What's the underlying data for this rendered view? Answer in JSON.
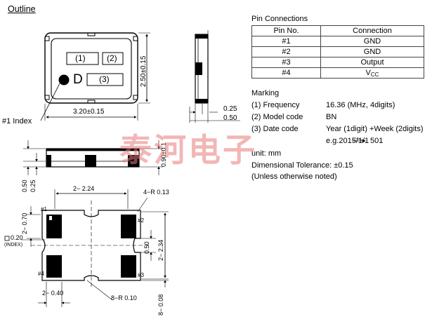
{
  "outline_title": "Outline",
  "top_view": {
    "labels": [
      "(1)",
      "(2)",
      "D",
      "(3)"
    ],
    "dim_width": "3.20±0.15",
    "dim_height": "2.50±0.15",
    "index_label": "#1 Index"
  },
  "side_view": {
    "dim_025": "0.25",
    "dim_050": "0.50"
  },
  "pin_connections": {
    "title": "Pin Connections",
    "headers": [
      "Pin No.",
      "Connection"
    ],
    "rows": [
      {
        "pin": "#1",
        "conn": "GND"
      },
      {
        "pin": "#2",
        "conn": "GND"
      },
      {
        "pin": "#3",
        "conn": "Output"
      },
      {
        "pin": "#4",
        "conn": "V",
        "sub": "CC"
      }
    ]
  },
  "marking": {
    "title": "Marking",
    "rows": [
      {
        "label": "(1) Frequency",
        "value": "16.36 (MHz, 4digits)"
      },
      {
        "label": "(2) Model code",
        "value": "BN"
      },
      {
        "label": "(3) Date code",
        "value": "Year (1digit) +Week (2digits)"
      }
    ],
    "example": "e.g.2015/1/1",
    "example_result": "501",
    "unit": "unit: mm",
    "tolerance": "Dimensional Tolerance: ±0.15",
    "note": "(Unless otherwise noted)"
  },
  "front_view": {
    "dim_090": "0.90±0.1",
    "dim_050": "0.50",
    "dim_025": "0.25"
  },
  "footprint": {
    "dim_224": "2− 2.24",
    "dim_r013": "4−R 0.13",
    "dim_070": "2− 0.70",
    "dim_020": "0.20",
    "index_note": "(INDEX)",
    "dim_050": "0.50",
    "dim_234": "2− 2.34",
    "dim_040": "2− 0.40",
    "dim_r010": "8−R 0.10",
    "dim_008": "8− 0.08",
    "pin_labels": [
      "#1",
      "#2",
      "#3",
      "#4"
    ]
  },
  "watermark": "泰河电子"
}
